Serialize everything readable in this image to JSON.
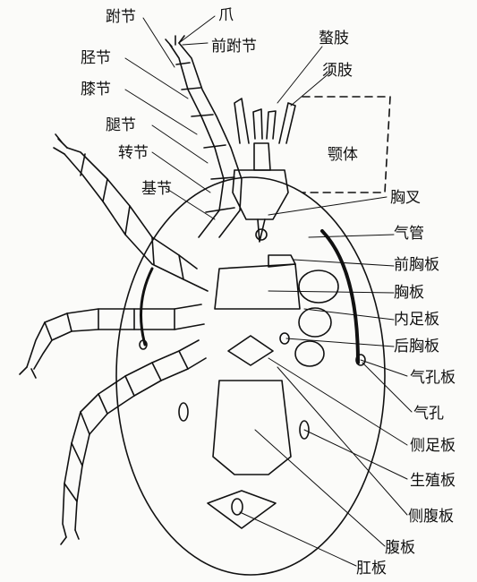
{
  "labels": {
    "claw": "爪",
    "tarsus": "跗节",
    "pretarsus": "前跗节",
    "tibia": "胫节",
    "genu": "膝节",
    "femur": "腿节",
    "trochanter": "转节",
    "coxa": "基节",
    "chelicera": "螯肢",
    "palp": "须肢",
    "gnathosoma": "颚体",
    "tritosternum": "胸叉",
    "trachea": "气管",
    "presternal_plate": "前胸板",
    "sternal_plate": "胸板",
    "endopodal_plate": "内足板",
    "metasternal_plate": "后胸板",
    "peritremal_plate": "气孔板",
    "stigma": "气孔",
    "parapodal_plate": "侧足板",
    "genital_plate": "生殖板",
    "metapodal_plate": "侧腹板",
    "ventral_plate": "腹板",
    "anal_plate": "肛板"
  },
  "colors": {
    "ink": "#111111",
    "paper": "#fbfbf9"
  }
}
